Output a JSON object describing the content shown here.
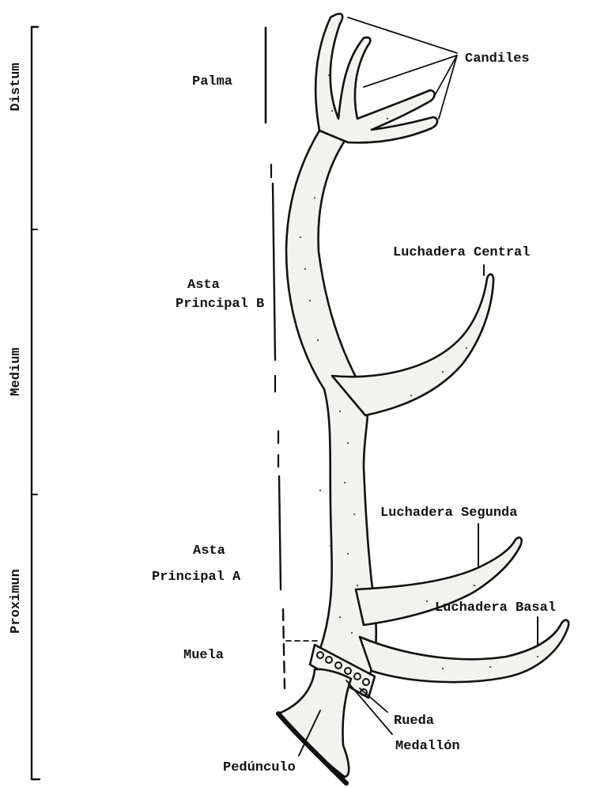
{
  "regions": {
    "distum": "Distum",
    "medium": "Medium",
    "proximun": "Proximun"
  },
  "segments": {
    "palma": "Palma",
    "asta_b_line1": "Asta",
    "asta_b_line2": "Principal B",
    "asta_a_line1": "Asta",
    "asta_a_line2": "Principal A",
    "muela": "Muela"
  },
  "parts": {
    "candiles": "Candiles",
    "luchadera_central": "Luchadera Central",
    "luchadera_segunda": "Luchadera Segunda",
    "luchadera_basal": "Luchadera Basal",
    "rueda": "Rueda",
    "medallon": "Medallón",
    "pedunculo": "Pedúnculo"
  },
  "colors": {
    "ink": "#111111",
    "antler_fill": "#f2f2ef",
    "background": "#ffffff"
  }
}
